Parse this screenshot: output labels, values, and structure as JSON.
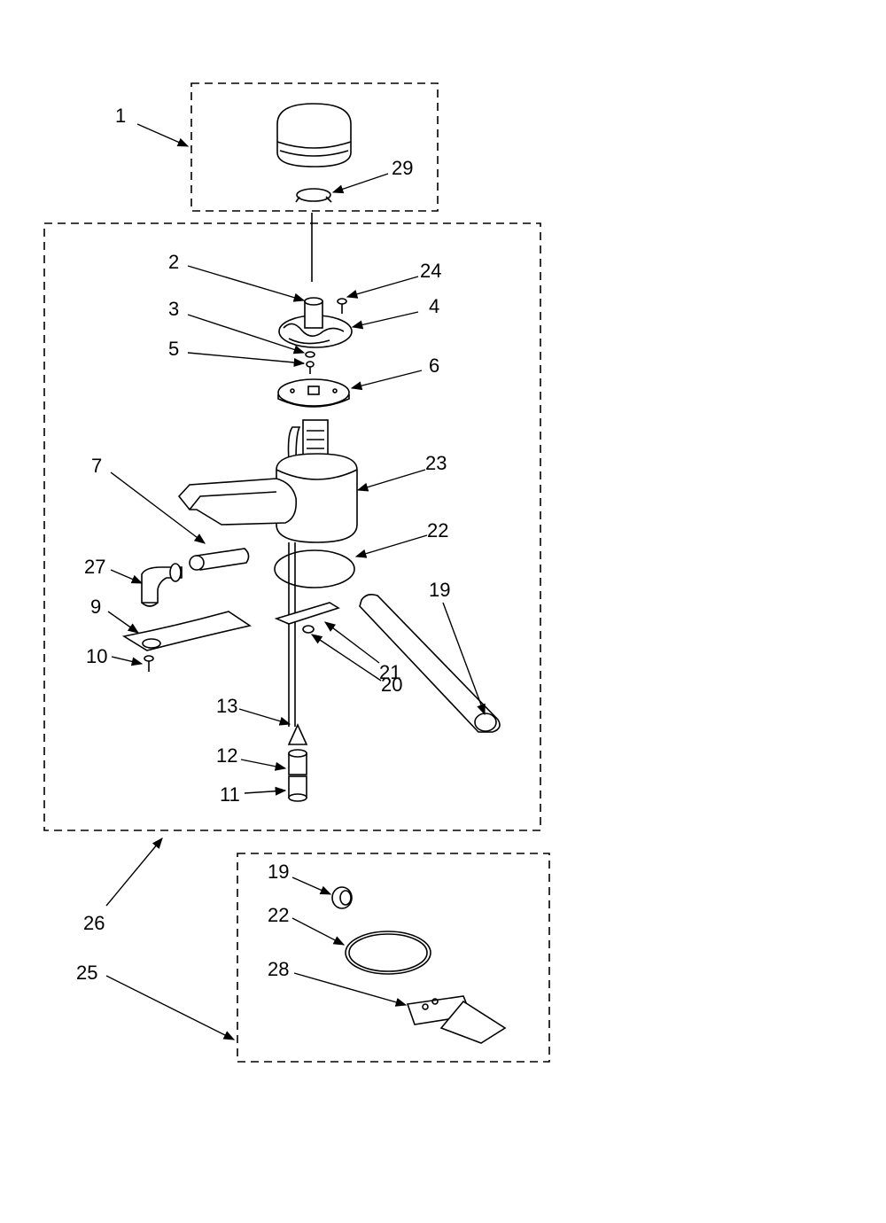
{
  "callouts": [
    {
      "id": "1",
      "text": "1"
    },
    {
      "id": "29",
      "text": "29"
    },
    {
      "id": "2",
      "text": "2"
    },
    {
      "id": "24",
      "text": "24"
    },
    {
      "id": "3",
      "text": "3"
    },
    {
      "id": "4",
      "text": "4"
    },
    {
      "id": "5",
      "text": "5"
    },
    {
      "id": "6",
      "text": "6"
    },
    {
      "id": "7",
      "text": "7"
    },
    {
      "id": "23",
      "text": "23"
    },
    {
      "id": "22a",
      "text": "22"
    },
    {
      "id": "27",
      "text": "27"
    },
    {
      "id": "9",
      "text": "9"
    },
    {
      "id": "19a",
      "text": "19"
    },
    {
      "id": "10",
      "text": "10"
    },
    {
      "id": "21",
      "text": "21"
    },
    {
      "id": "20",
      "text": "20"
    },
    {
      "id": "13",
      "text": "13"
    },
    {
      "id": "12",
      "text": "12"
    },
    {
      "id": "11",
      "text": "11"
    },
    {
      "id": "26",
      "text": "26"
    },
    {
      "id": "19b",
      "text": "19"
    },
    {
      "id": "22b",
      "text": "22"
    },
    {
      "id": "28",
      "text": "28"
    },
    {
      "id": "25",
      "text": "25"
    }
  ]
}
